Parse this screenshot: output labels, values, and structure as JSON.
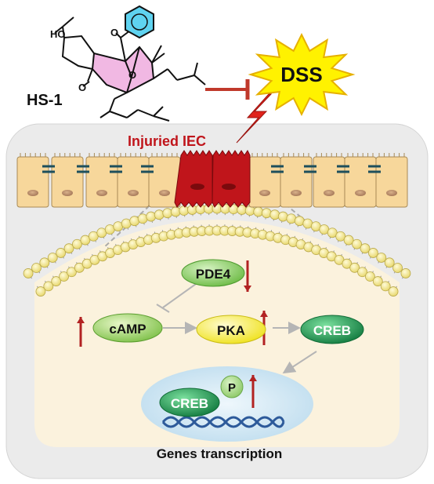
{
  "compound": {
    "label": "HS-1",
    "hydroxyl": "HO",
    "carbonyl_o": "O"
  },
  "stressor": {
    "label": "DSS"
  },
  "injury": {
    "label": "Injuried IEC"
  },
  "pathway": {
    "pde4": "PDE4",
    "camp": "cAMP",
    "pka": "PKA",
    "creb": "CREB",
    "creb_nuclear": "CREB",
    "phospho": "P"
  },
  "footer": {
    "label": "Genes transcription"
  },
  "colors": {
    "inhibit": "#c0392b",
    "up_arrow": "#b22222",
    "cell_fill": "#f7d79b",
    "injured_cell": "#c0151b",
    "membrane_bead": "#f2e58a",
    "pde4_fill": "#8cd06a",
    "pka_fill": "#f5ec3c",
    "creb_fill": "#1f9a55",
    "nucleus_fill": "#cfe6f2",
    "cytoplasm": "#fbf2dd",
    "background_panel": "#ebebeb",
    "dss_burst": "#fff200"
  },
  "icons": {
    "benzene": "benzene-ring-icon",
    "lightning": "lightning-bolt-icon",
    "dna": "dna-helix-icon"
  }
}
